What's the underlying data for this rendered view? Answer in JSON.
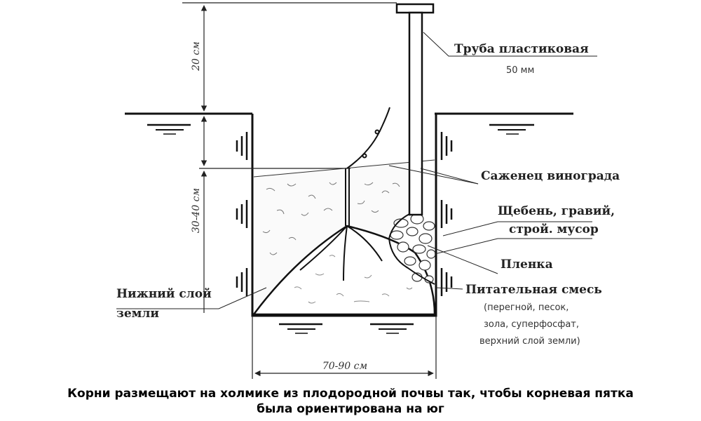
{
  "labels": {
    "pipe": "Труба пластиковая",
    "pipe_size": "50 мм",
    "seedling": "Саженец винограда",
    "gravel_1": "Щебень, гравий,",
    "gravel_2": "строй. мусор",
    "film": "Пленка",
    "mix": "Питательная смесь",
    "mix_1": "(перегной, песок,",
    "mix_2": "зола, суперфосфат,",
    "mix_3": "верхний слой земли)",
    "lower_1": "Нижний слой",
    "lower_2": "земли"
  },
  "dimensions": {
    "top": "20 см",
    "depth": "30-40 см",
    "width": "70-90 см"
  },
  "caption": {
    "line1": "Корни размещают на холмике из плодородной почвы так, чтобы корневая пятка",
    "line2": "была ориентирована на юг"
  }
}
